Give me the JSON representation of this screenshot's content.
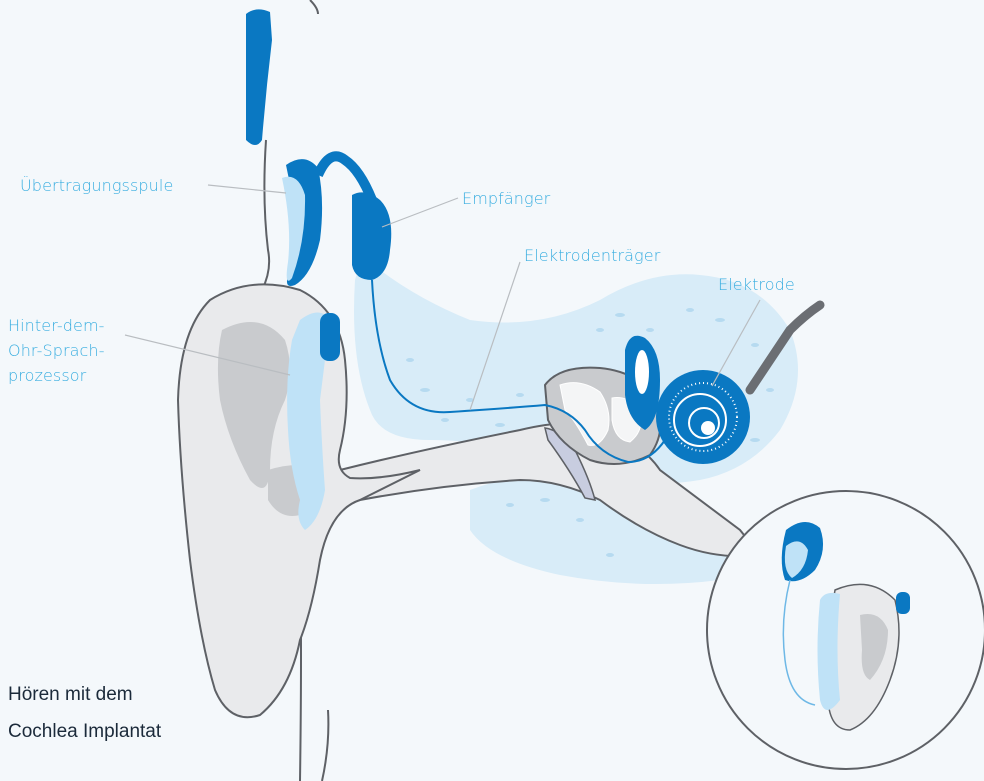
{
  "labels": {
    "transmitter_coil": "Übertragungsspule",
    "receiver": "Empfänger",
    "electrode_carrier": "Elektrodenträger",
    "electrode": "Elektrode",
    "processor_line1": "Hinter-dem-",
    "processor_line2": "Ohr-Sprach-",
    "processor_line3": "prozessor"
  },
  "caption": {
    "line1": "Hören mit dem",
    "line2": "Cochlea Implantat"
  },
  "colors": {
    "background": "#f4f8fb",
    "implant_blue": "#0a78c2",
    "light_blue": "#bfe2f7",
    "bone_light": "#d8ecf8",
    "ear_fill": "#e9eaec",
    "ear_shadow": "#c9cbce",
    "outline": "#5e6166",
    "label_blue": "#3aaee0",
    "leader_gray": "#b9bdc1"
  }
}
